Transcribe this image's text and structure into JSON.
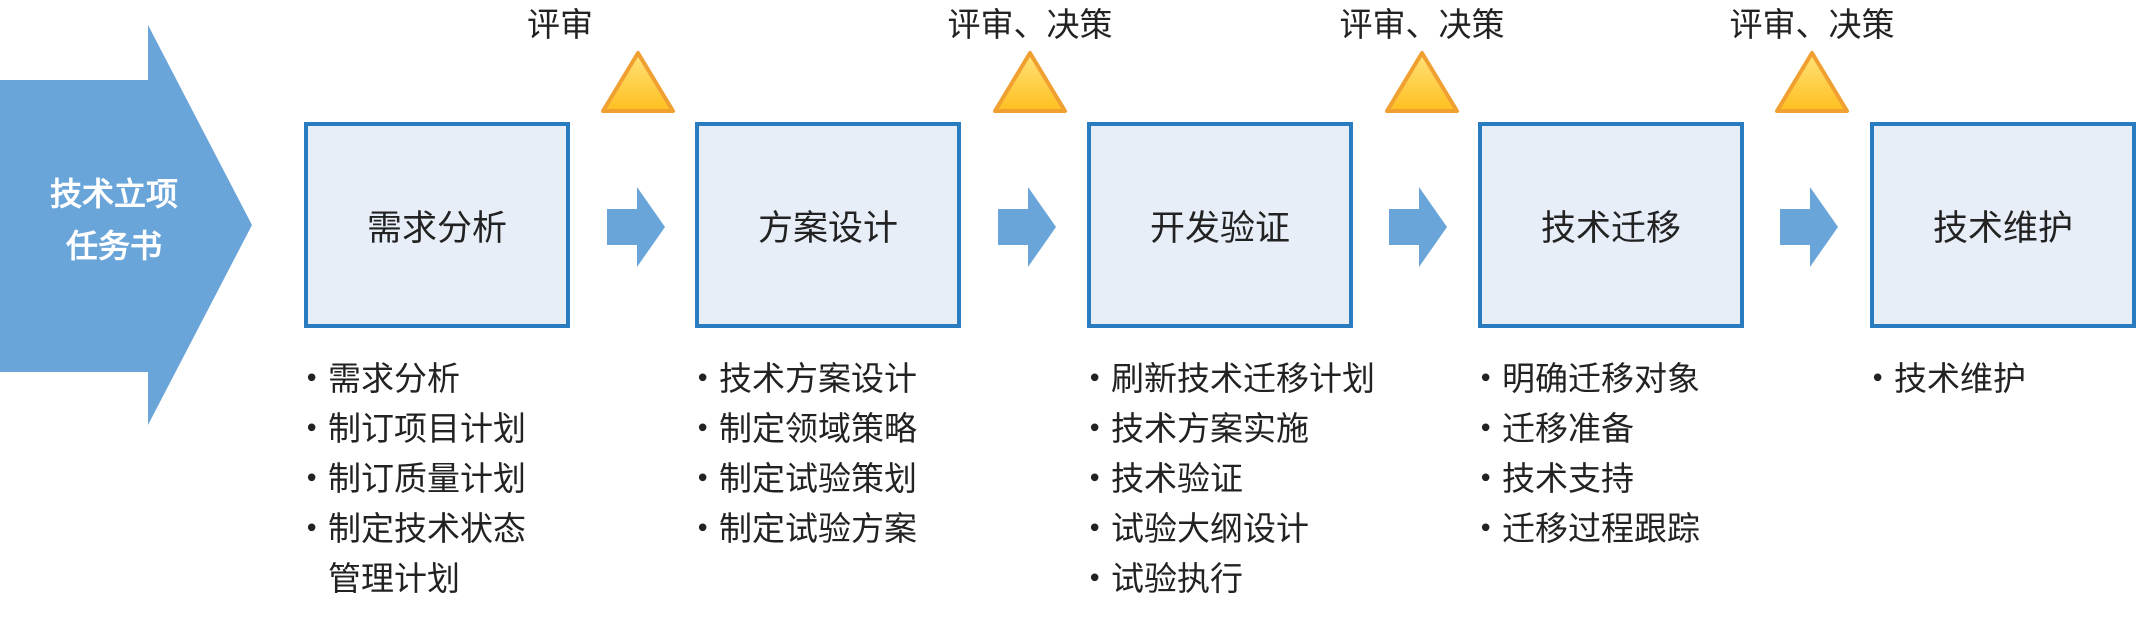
{
  "start": {
    "line1": "技术立项",
    "line2": "任务书",
    "color": "#6aa5d9"
  },
  "gates": [
    {
      "label": "评审"
    },
    {
      "label": "评审、决策"
    },
    {
      "label": "评审、决策"
    },
    {
      "label": "评审、决策"
    }
  ],
  "stages": [
    {
      "title": "需求分析",
      "tasks": [
        "需求分析",
        "制订项目计划",
        "制订质量计划"
      ],
      "task_multiline": {
        "line1": "制定技术状态",
        "line2": "管理计划"
      }
    },
    {
      "title": "方案设计",
      "tasks": [
        "技术方案设计",
        "制定领域策略",
        "制定试验策划",
        "制定试验方案"
      ]
    },
    {
      "title": "开发验证",
      "tasks": [
        "刷新技术迁移计划",
        "技术方案实施",
        "技术验证",
        "试验大纲设计",
        "试验执行"
      ]
    },
    {
      "title": "技术迁移",
      "tasks": [
        "明确迁移对象",
        "迁移准备",
        "技术支持",
        "迁移过程跟踪"
      ]
    },
    {
      "title": "技术维护",
      "tasks": [
        "技术维护"
      ]
    }
  ],
  "bullet": "•",
  "colors": {
    "stage_fill": "#e8eef8",
    "stage_border": "#2a7cc0",
    "arrow": "#6aa5d9",
    "gate_fill": "#ffc933",
    "gate_border": "#f0a030"
  }
}
